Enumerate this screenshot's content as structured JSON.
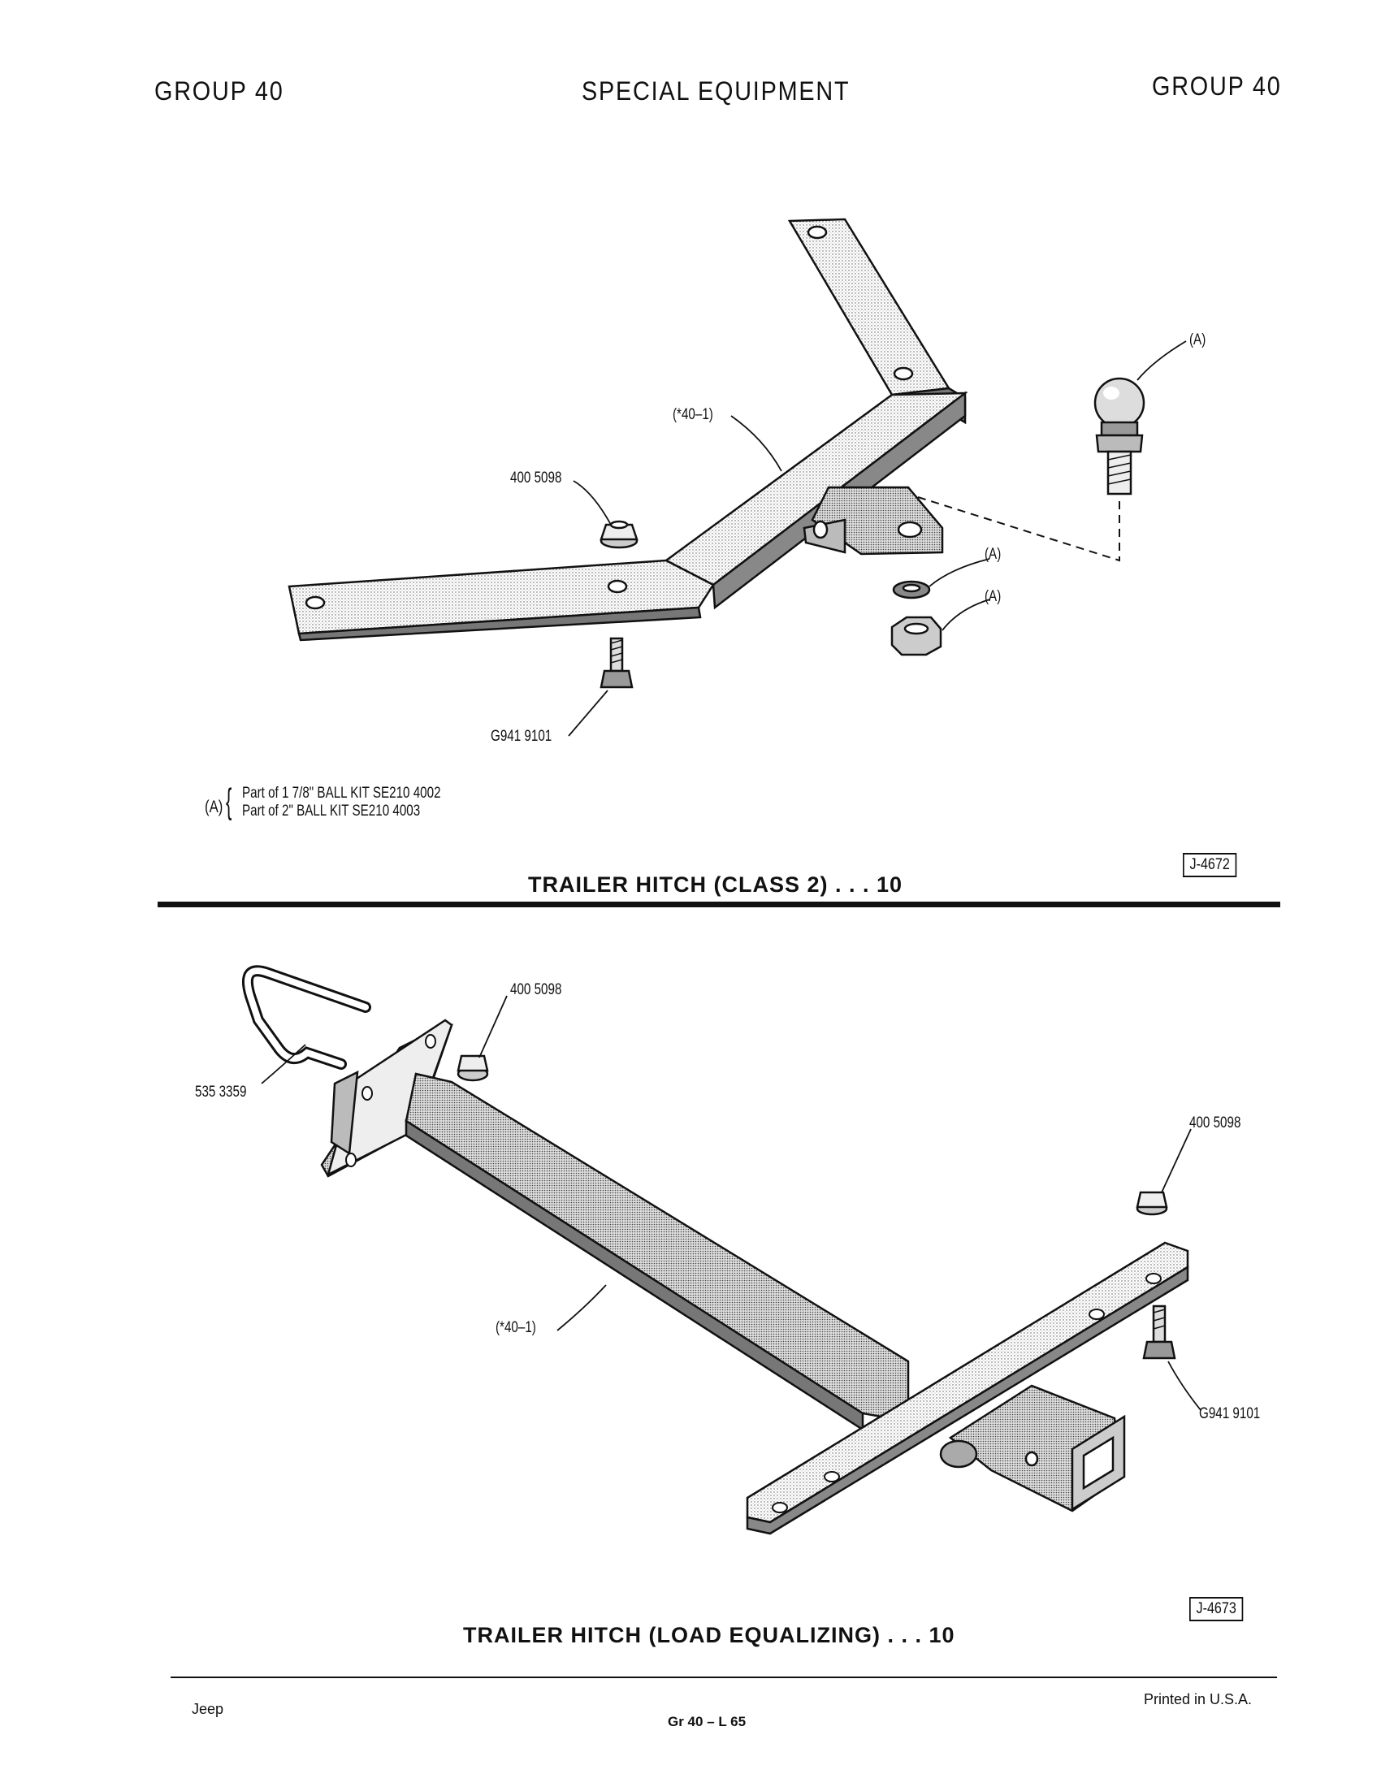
{
  "header": {
    "left": "GROUP 40",
    "center": "SPECIAL EQUIPMENT",
    "right": "GROUP 40"
  },
  "figure1": {
    "callouts": {
      "part_main": "(*40–1)",
      "nut": "400 5098",
      "bolt": "G941 9101",
      "ball": "(A)",
      "washer": "(A)",
      "hexnut": "(A)"
    },
    "note_marker": "(A)",
    "note_lines": [
      "Part of 1  7/8\" BALL KIT  SE210 4002",
      "Part of 2\" BALL KIT  SE210 4003"
    ],
    "fig_no": "J-4672",
    "title": "TRAILER HITCH (CLASS 2) . . . 10"
  },
  "figure2": {
    "callouts": {
      "ubolt": "535 3359",
      "nut_left": "400 5098",
      "nut_right": "400 5098",
      "part_main": "(*40–1)",
      "bolt": "G941 9101"
    },
    "fig_no": "J-4673",
    "title": "TRAILER HITCH (LOAD EQUALIZING) . . . 10"
  },
  "footer": {
    "left": "Jeep",
    "center": "Gr 40  –  L 65",
    "right": "Printed  in U.S.A."
  }
}
